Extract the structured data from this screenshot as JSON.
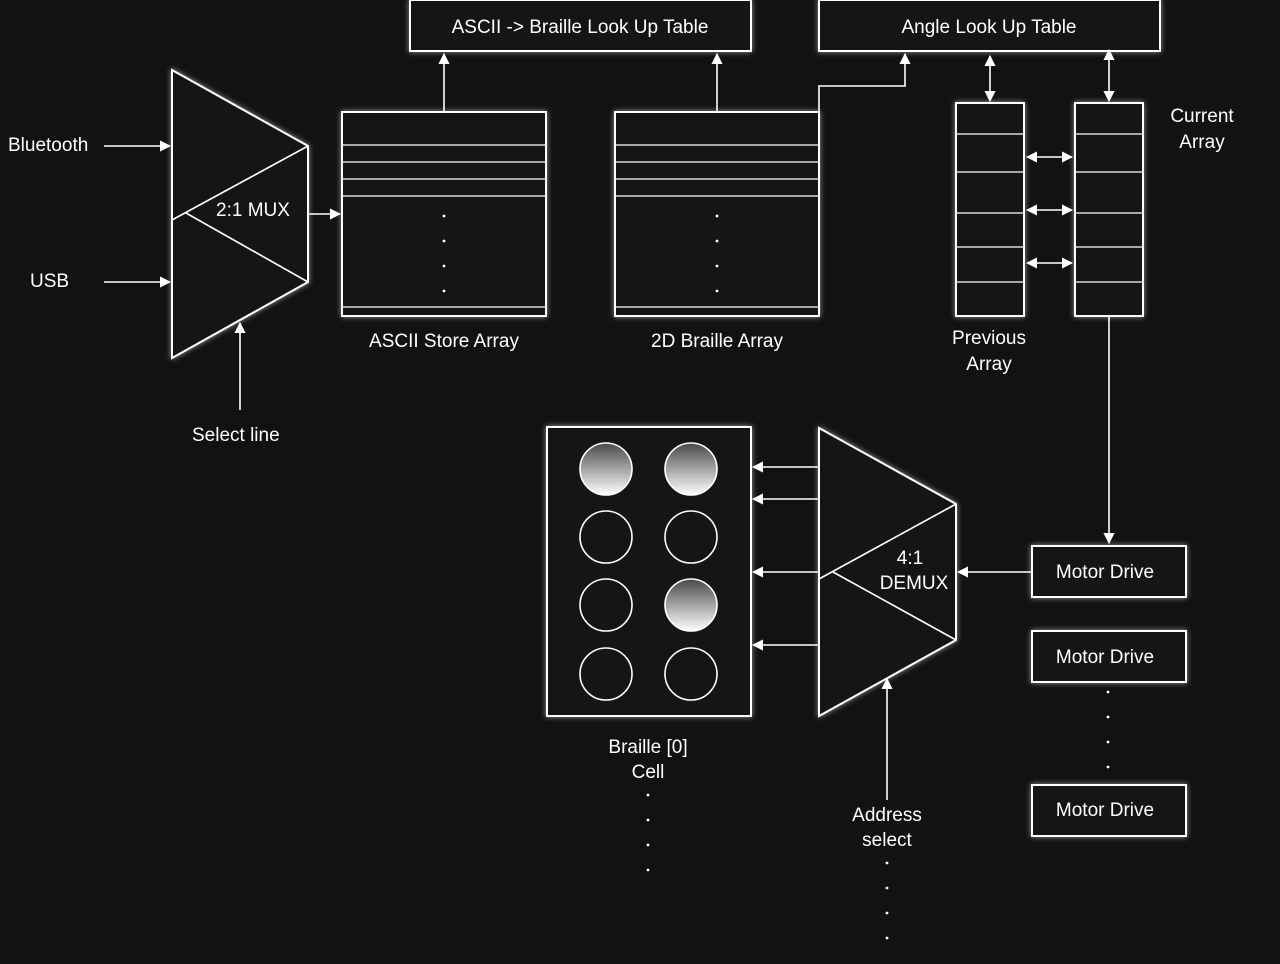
{
  "inputs": {
    "bluetooth": "Bluetooth",
    "usb": "USB",
    "select_line": "Select line"
  },
  "mux": {
    "label": "2:1 MUX"
  },
  "ascii_store": {
    "caption": "ASCII Store Array"
  },
  "braille_array": {
    "caption": "2D Braille Array"
  },
  "ascii_lut": {
    "label": "ASCII -> Braille Look Up Table"
  },
  "angle_lut": {
    "label": "Angle Look Up Table"
  },
  "previous_array": {
    "line1": "Previous",
    "line2": "Array"
  },
  "current_array": {
    "line1": "Current",
    "line2": "Array"
  },
  "demux": {
    "line1": "4:1",
    "line2": "DEMUX"
  },
  "address_select": {
    "line1": "Address",
    "line2": "select"
  },
  "braille_cell": {
    "line1": "Braille [0]",
    "line2": "Cell",
    "dots_raised": [
      true,
      true,
      false,
      false,
      false,
      true,
      false,
      false
    ]
  },
  "motor_drives": [
    "Motor Drive",
    "Motor Drive",
    "Motor Drive"
  ],
  "colors": {
    "background": "#121212",
    "stroke": "#ffffff",
    "raised_dot_top": "#5a5a5a",
    "raised_dot_bottom": "#ffffff"
  }
}
